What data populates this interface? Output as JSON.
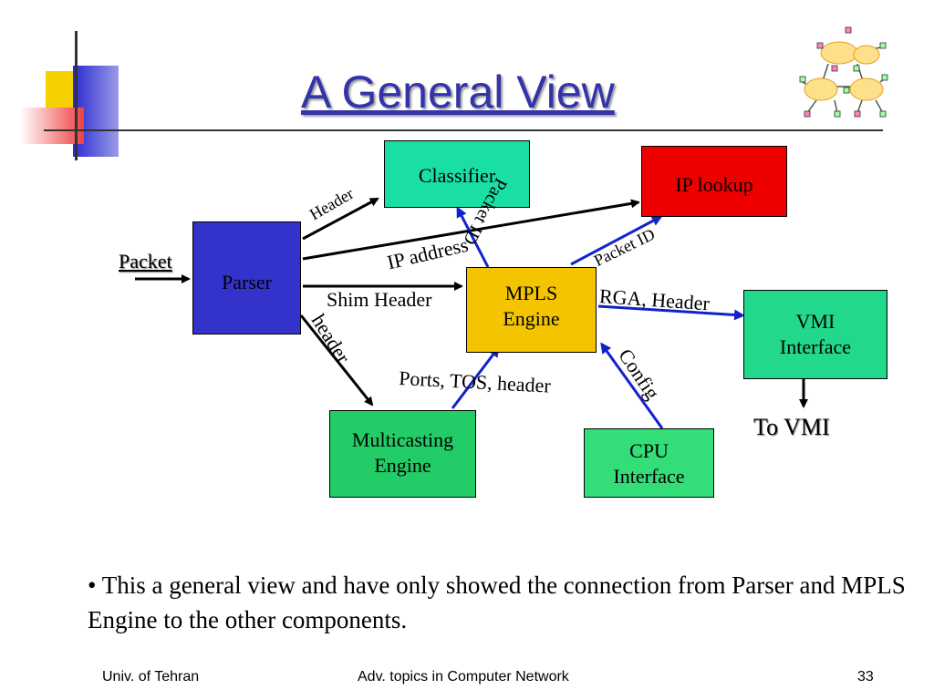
{
  "title": "A General View",
  "boxes": {
    "classifier": "Classifier",
    "ip_lookup": "IP lookup",
    "parser": "Parser",
    "mpls_line1": "MPLS",
    "mpls_line2": "Engine",
    "vmi_line1": "VMI",
    "vmi_line2": "Interface",
    "multicast_line1": "Multicasting",
    "multicast_line2": "Engine",
    "cpu_line1": "CPU",
    "cpu_line2": "Interface"
  },
  "labels": {
    "packet": "Packet",
    "header": "Header",
    "ip_address": "IP address",
    "packet_id_classifier": "Packet ID",
    "packet_id_iplookup": "Packet ID",
    "shim_header": "Shim Header",
    "header_multicast": "header",
    "rga_header": "RGA, Header",
    "ports_tos": "Ports, TOS, header",
    "config": "Config",
    "to_vmi": "To VMI"
  },
  "colors": {
    "classifier": "#1adfa5",
    "ip_lookup": "#ee0000",
    "parser": "#3333cc",
    "mpls": "#f5c400",
    "vmi": "#22d88a",
    "multicast": "#22cc66",
    "cpu": "#33dd77",
    "blue_arrow": "#1122cc"
  },
  "bullet": "• This a general view and have only showed the connection from Parser and MPLS Engine to the other components.",
  "footer": {
    "left": "Univ. of Tehran",
    "center": "Adv. topics in Computer Network",
    "page": "33"
  }
}
